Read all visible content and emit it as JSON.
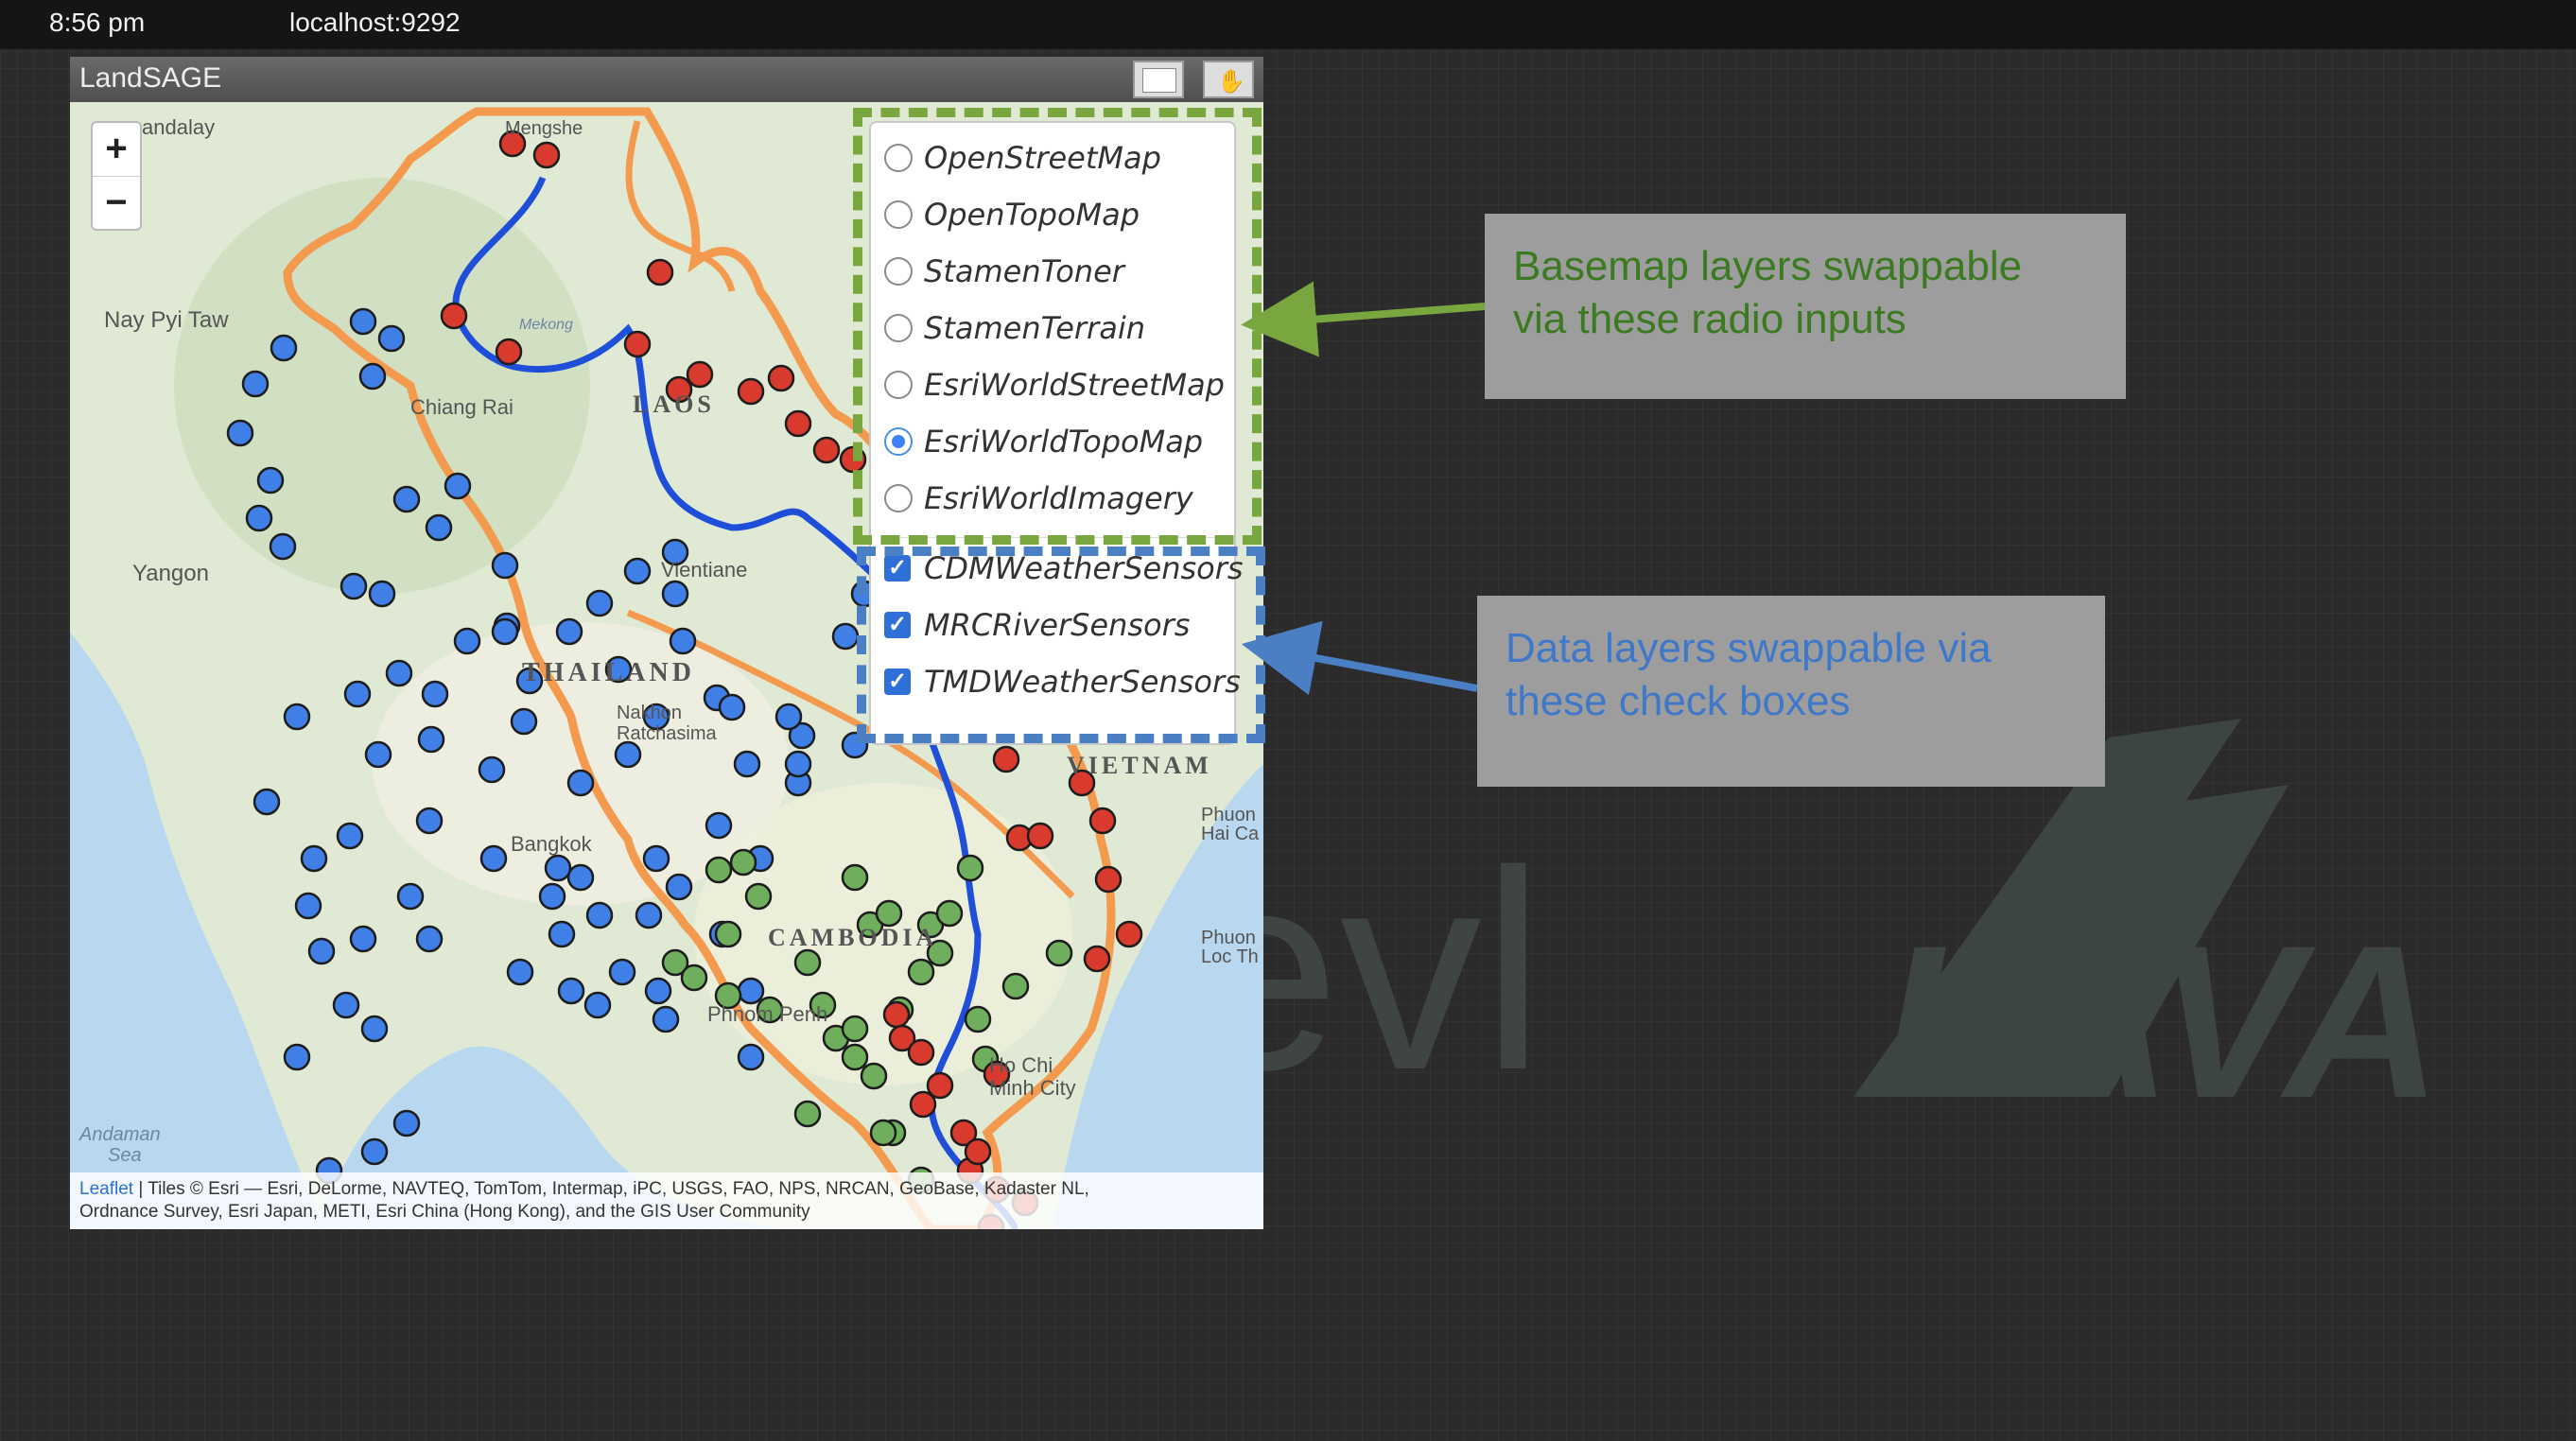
{
  "topbar": {
    "time": "8:56 pm",
    "address": "localhost:9292"
  },
  "window": {
    "title": "LandSAGE"
  },
  "zoom": {
    "in_label": "+",
    "out_label": "−"
  },
  "map": {
    "labels": {
      "mandalay": "andalay",
      "mengshe": "Mengshe",
      "nay_pyi_taw": "Nay Pyi Taw",
      "chiang_rai": "Chiang Rai",
      "laos": "LAOS",
      "vientiane": "Vientiane",
      "yangon": "Yangon",
      "thailand": "THAILAND",
      "nakhon": "Nakhon",
      "ratchasima": "Ratchasima",
      "bangkok": "Bangkok",
      "cambodia": "CAMBODIA",
      "vietnam": "VIETNAM",
      "phnom_penh": "Phnom Penh",
      "ho_chi": "Ho Chi",
      "minh_city": "Minh City",
      "andaman": "Andaman",
      "sea": "Sea",
      "phuon_hai_1": "Phuon",
      "phuon_hai_2": "Hai Ca",
      "phuon_loc_1": "Phuon",
      "phuon_loc_2": "Loc Th",
      "mekong": "Mekong"
    }
  },
  "layer_control": {
    "basemaps": [
      {
        "label": "OpenStreetMap",
        "checked": false
      },
      {
        "label": "OpenTopoMap",
        "checked": false
      },
      {
        "label": "StamenToner",
        "checked": false
      },
      {
        "label": "StamenTerrain",
        "checked": false
      },
      {
        "label": "EsriWorldStreetMap",
        "checked": false
      },
      {
        "label": "EsriWorldTopoMap",
        "checked": true
      },
      {
        "label": "EsriWorldImagery",
        "checked": false
      }
    ],
    "overlays": [
      {
        "label": "CDMWeatherSensors",
        "checked": true
      },
      {
        "label": "MRCRiverSensors",
        "checked": true
      },
      {
        "label": "TMDWeatherSensors",
        "checked": true
      }
    ]
  },
  "attribution": {
    "leaflet": "Leaflet",
    "line1": " | Tiles © Esri — Esri, DeLorme, NAVTEQ, TomTom, Intermap, iPC, USGS, FAO, NPS, NRCAN, GeoBase, Kadaster NL,",
    "line2": "Ordnance Survey, Esri Japan, METI, Esri China (Hong Kong), and the GIS User Community"
  },
  "annotations": {
    "basemap_line1": "Basemap layers swappable",
    "basemap_line2": "via these radio inputs",
    "data_line1": "Data layers swappable via",
    "data_line2": "these check boxes"
  },
  "watermark": {
    "text": "evl",
    "logo": "LAVA"
  },
  "colors": {
    "blue_sensor": "#3f7fe6",
    "red_sensor": "#d83a2e",
    "green_sensor": "#6fae5c",
    "boundary": "#f39a4e",
    "river": "#1f4fd8",
    "green_callout_text": "#3c7a22",
    "blue_callout_text": "#3f78c9"
  }
}
